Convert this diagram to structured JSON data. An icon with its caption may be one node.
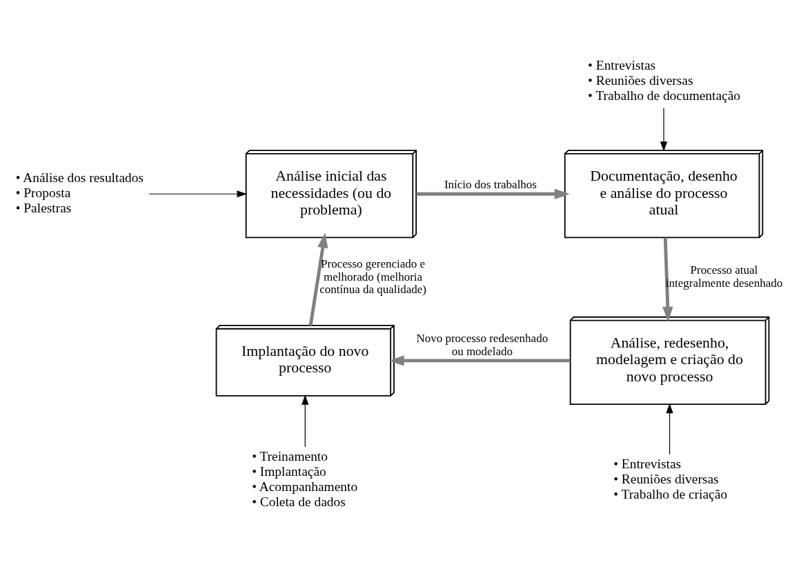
{
  "diagram": {
    "nodes": [
      {
        "text": [
          "• Análise dos resultados",
          "• Proposta",
          "• Palestras"
        ]
      },
      {
        "text": [
          "Análise inicial das necessidades (ou do problema)"
        ]
      },
      {
        "text": [
          "• Entrevistas",
          "• Reuniões diversas",
          "• Trabalho de documentação"
        ]
      },
      {
        "text": [
          "Documentação, desenho e análise do processo atual"
        ]
      },
      {
        "text": [
          "Implantação do novo processo"
        ]
      },
      {
        "text": [
          "Análise, redesenho, modelagem e criação do novo processo"
        ]
      },
      {
        "text": [
          "• Treinamento",
          "• Implantação",
          "• Acompanhamento",
          "• Coleta de dados"
        ]
      },
      {
        "text": [
          "• Entrevistas",
          "• Reuniões diversas",
          "• Trabalho de criação"
        ]
      }
    ],
    "edges": [
      {
        "from": 0,
        "to": 1,
        "arrow": "to"
      },
      {
        "from": 2,
        "to": 3,
        "arrow": "to"
      },
      {
        "from": 6,
        "to": 4,
        "arrow": "to"
      },
      {
        "from": 7,
        "to": 5,
        "arrow": "to"
      },
      {
        "from": 1,
        "to": 3,
        "arrow": "to",
        "label": "Início dos trabalhos",
        "style": "thick",
        "color": "#808080"
      },
      {
        "from": 3,
        "to": 5,
        "arrow": "to",
        "label": "Processo atual integralmente desenhado",
        "style": "thick",
        "color": "#808080"
      },
      {
        "from": 5,
        "to": 4,
        "arrow": "to",
        "label": "Novo processo redesenhado ou modelado",
        "style": "thick",
        "color": "#808080"
      },
      {
        "from": 4,
        "to": 1,
        "arrow": "to",
        "label": "Processo gerenciado e melhorado (melhoria contínua da qualidade)",
        "style": "thick",
        "color": "#808080"
      }
    ]
  }
}
